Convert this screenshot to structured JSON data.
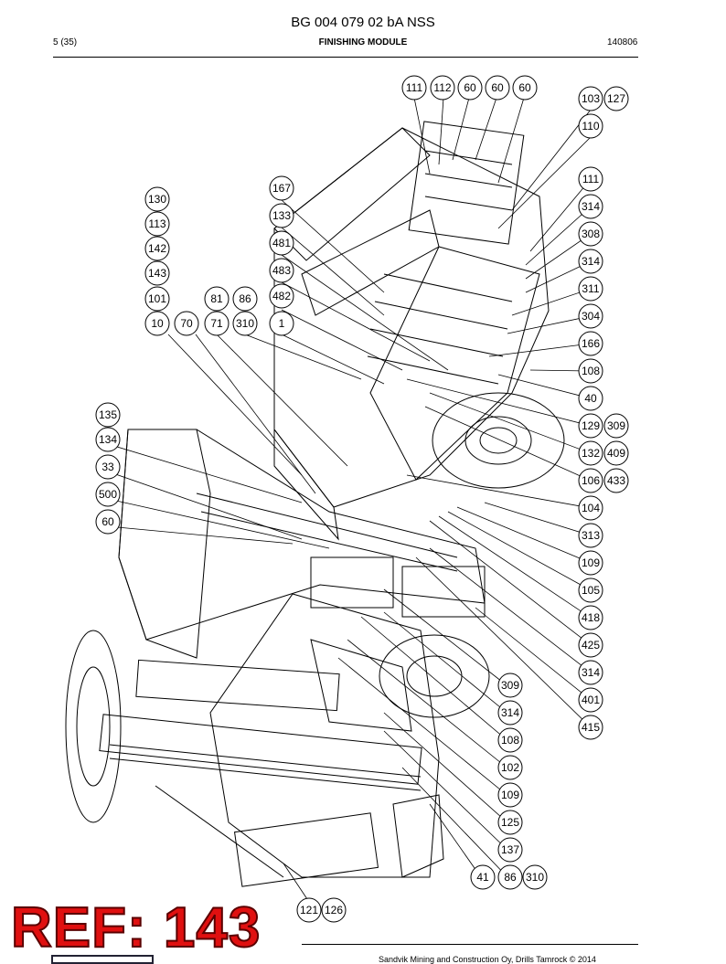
{
  "header": {
    "doc_title": "BG 004 079 02 bA NSS",
    "page": "5 (35)",
    "section": "FINISHING MODULE",
    "date": "140806"
  },
  "footer": {
    "text": "Sandvik Mining and Construction Oy, Drills Tamrock © 2014"
  },
  "ref_stamp": "REF: 143",
  "callouts": {
    "c_111a": "111",
    "c_112": "112",
    "c_60a": "60",
    "c_60b": "60",
    "c_60c": "60",
    "c_103": "103",
    "c_127": "127",
    "c_110": "110",
    "c_111b": "111",
    "c_314a": "314",
    "c_308": "308",
    "c_314b": "314",
    "c_311": "311",
    "c_304": "304",
    "c_166": "166",
    "c_108a": "108",
    "c_40": "40",
    "c_129": "129",
    "c_309a": "309",
    "c_132": "132",
    "c_409": "409",
    "c_106": "106",
    "c_433": "433",
    "c_104": "104",
    "c_313": "313",
    "c_109a": "109",
    "c_105": "105",
    "c_418": "418",
    "c_425": "425",
    "c_314c": "314",
    "c_401": "401",
    "c_415": "415",
    "c_130": "130",
    "c_113": "113",
    "c_142": "142",
    "c_143": "143",
    "c_101": "101",
    "c_10": "10",
    "c_70": "70",
    "c_81": "81",
    "c_86a": "86",
    "c_71": "71",
    "c_310a": "310",
    "c_167": "167",
    "c_133": "133",
    "c_481": "481",
    "c_483": "483",
    "c_482": "482",
    "c_1": "1",
    "c_135": "135",
    "c_134": "134",
    "c_33": "33",
    "c_500": "500",
    "c_60d": "60",
    "c_309b": "309",
    "c_314d": "314",
    "c_108b": "108",
    "c_102": "102",
    "c_109b": "109",
    "c_125": "125",
    "c_137": "137",
    "c_41": "41",
    "c_86b": "86",
    "c_310b": "310",
    "c_121": "121",
    "c_126": "126"
  }
}
